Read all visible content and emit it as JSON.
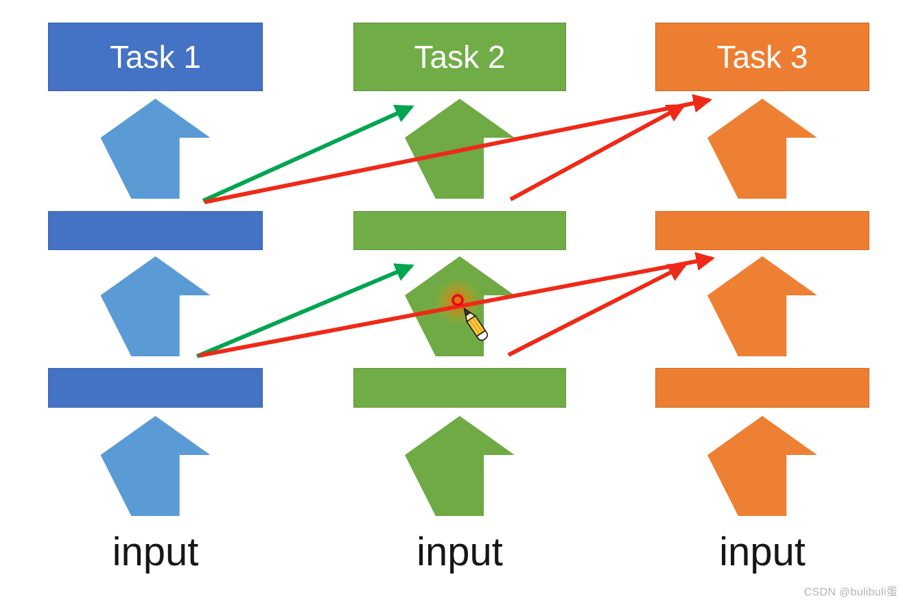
{
  "tasks": [
    {
      "label": "Task 1",
      "input_label": "input",
      "box_color": "#4472C4",
      "arrow_color": "#5B9BD5"
    },
    {
      "label": "Task 2",
      "input_label": "input",
      "box_color": "#70AD47",
      "arrow_color": "#6FAA45"
    },
    {
      "label": "Task 3",
      "input_label": "input",
      "box_color": "#ED7D31",
      "arrow_color": "#EE8033"
    }
  ],
  "connectors": {
    "green_color": "#00A550",
    "red_color": "#EF2917",
    "description": "transfer arrows from Task 1 and Task 2 layers toward Task 2 and Task 3 layers"
  },
  "annotation": {
    "highlight_ring_color": "#E8001C",
    "glow_color": "#FF7A00",
    "pencil_body_color": "#FFC83D"
  },
  "watermark": {
    "text": "CSDN @bulibuli蛋"
  }
}
